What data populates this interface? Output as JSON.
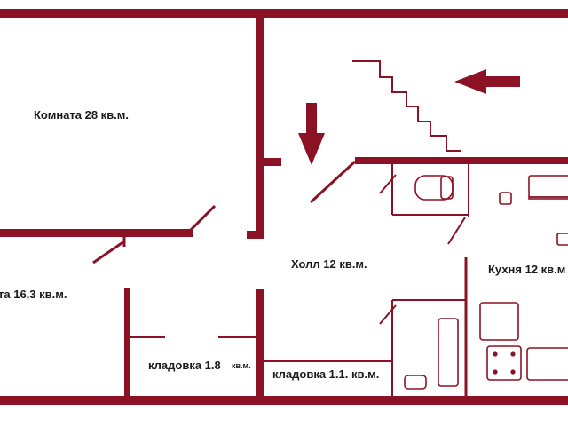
{
  "colors": {
    "wall": "#8a1224",
    "background": "#ffffff",
    "text": "#1a1a1a"
  },
  "rooms": {
    "room_28": "Комната 28 кв.м.",
    "room_16": "та 16,3 кв.м.",
    "hall": "Холл 12 кв.м.",
    "kitchen": "Кухня 12 кв.м",
    "storage_1_8_main": "кладовка 1.8",
    "storage_1_8_unit": "кв.м.",
    "storage_1_1": "кладовка 1.1. кв.м."
  },
  "icons": [
    "arrow-left-icon",
    "arrow-down-icon",
    "toilet-icon",
    "bathtub-icon",
    "sink-icon",
    "stove-icon",
    "staircase-icon"
  ]
}
